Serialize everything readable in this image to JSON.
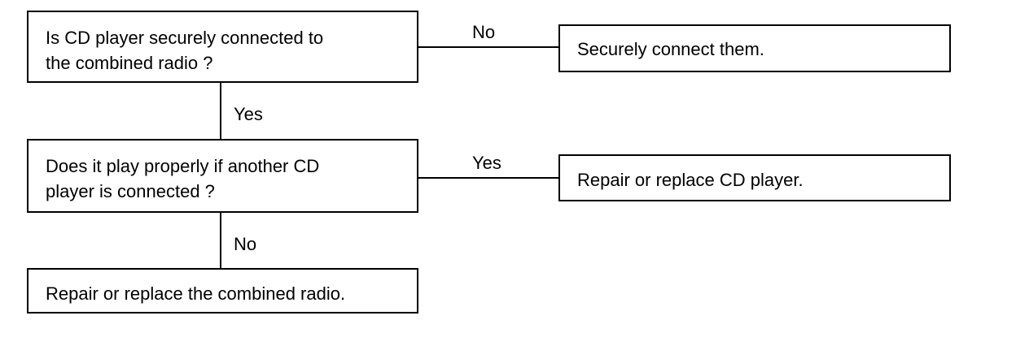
{
  "flowchart": {
    "question_1": {
      "line_1": "Is CD player securely connected to",
      "line_2": "the combined radio ?"
    },
    "action_secure": "Securely connect them.",
    "label_no_1": "No",
    "label_yes_1": "Yes",
    "question_2": {
      "line_1": "Does it play properly if another CD",
      "line_2": "player is connected ?"
    },
    "label_yes_2": "Yes",
    "action_replace_player": "Repair or replace CD player.",
    "label_no_2": "No",
    "action_replace_radio": "Repair or replace the combined radio."
  }
}
